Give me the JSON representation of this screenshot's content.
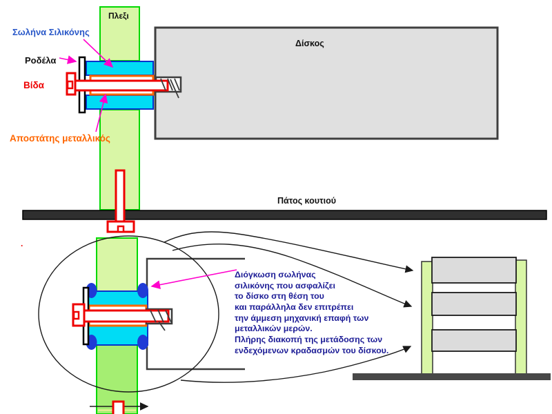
{
  "diagram": {
    "labels": {
      "plexi": "Πλεξι",
      "silicone_tube": "Σωλήνα Σιλικόνης",
      "washer": "Ροδέλα",
      "screw": "Βίδα",
      "metal_spacer": "Αποστάτης μεταλλικός",
      "disk": "Δίσκος",
      "box_bottom": "Πάτος κουτιού",
      "stray_mark": "."
    },
    "note_lines": [
      "Διόγκωση σωλήνας",
      "σιλικόνης που ασφαλίζει",
      "το δίσκο στη θέση του",
      "και παράλληλα δεν επιτρέπει",
      "την άμμεση μηχανική επαφή των",
      "μεταλλικών μερών.",
      "Πλήρης διακοπή της μετάδοσης των",
      "ενδεχόμενων κραδασμών του δίσκου."
    ],
    "colors": {
      "label_blue": "#2857c8",
      "note_navy": "#1c1c96",
      "red": "#ee0000",
      "orange": "#ff6600",
      "magenta": "#ff00cc",
      "green_border": "#00d800",
      "green_pale": "#d9f6a6",
      "green_bright": "#a5ee72",
      "cyan": "#00dcf5",
      "cyan_border": "#0033cc",
      "bulge_blue": "#1f3bd6",
      "disk_gray": "#e0e0e0",
      "dark_bar": "#2f2f2f"
    }
  }
}
